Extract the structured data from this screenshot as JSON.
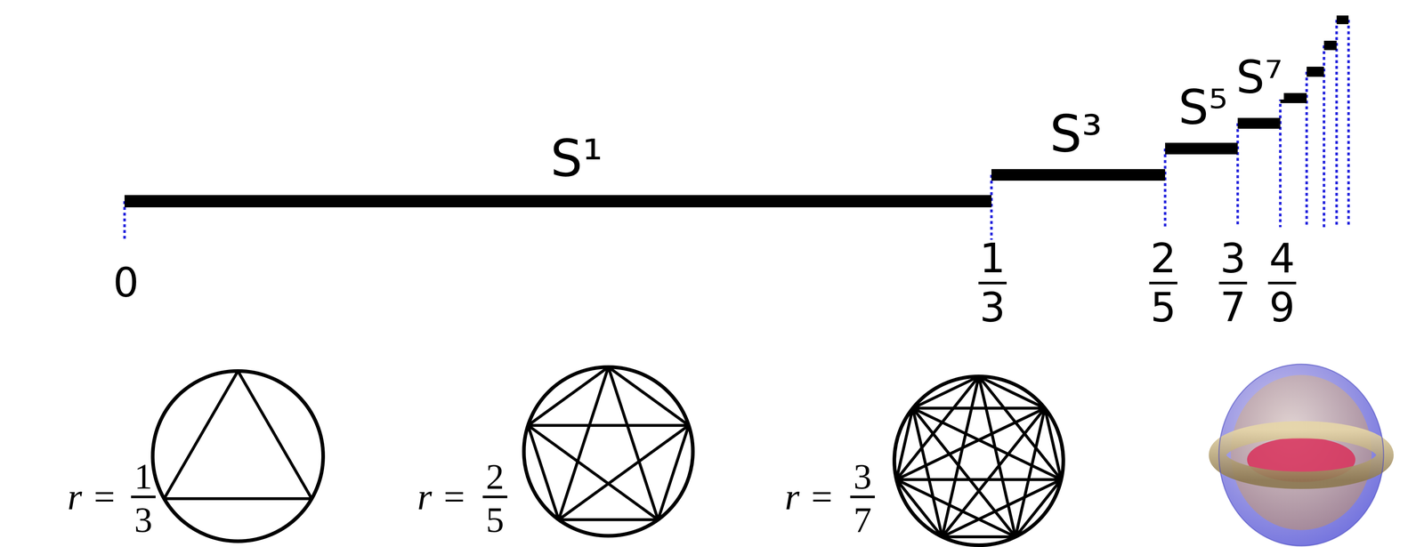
{
  "diagram": {
    "labels": [
      "S¹",
      "S³",
      "S⁵",
      "S⁷",
      "0",
      "1",
      "3",
      "2",
      "5",
      "3",
      "7",
      "4",
      "9",
      "r =",
      "1",
      "3",
      "r =",
      "2",
      "5",
      "r =",
      "3",
      "7"
    ]
  }
}
